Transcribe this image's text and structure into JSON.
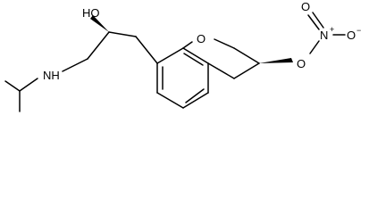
{
  "structure": {
    "atoms": {
      "hydroxyl": "HO",
      "ring_oxygen": "O",
      "amine": "NH",
      "ester_oxygen": "O",
      "nitro_nitrogen": "N",
      "nitro_oxygen_double": "O",
      "nitro_oxygen_single": "O"
    },
    "charges": {
      "nitrogen_plus": "+",
      "oxygen_minus": "−"
    }
  },
  "colors": {
    "bond": "#000000",
    "background": "#ffffff"
  }
}
